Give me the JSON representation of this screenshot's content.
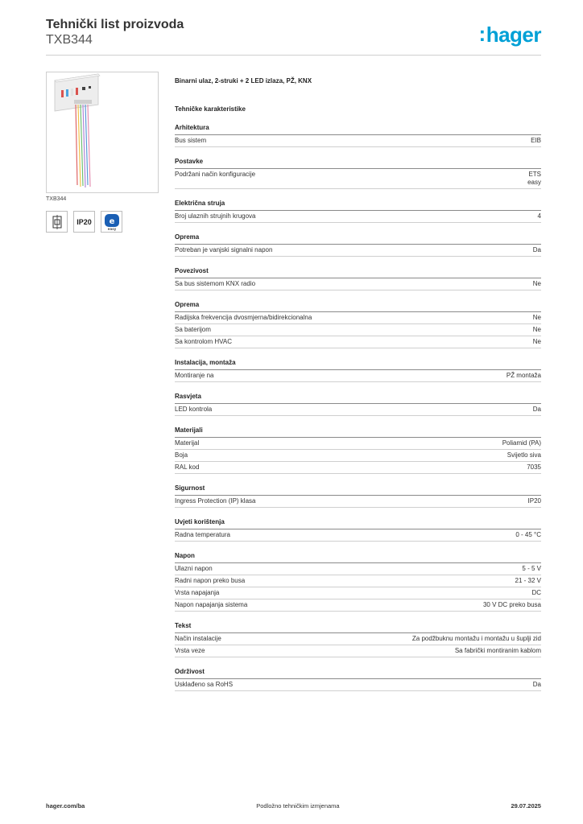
{
  "header": {
    "title": "Tehnički list proizvoda",
    "code": "TXB344",
    "brand": "hager"
  },
  "image_caption": "TXB344",
  "badges": {
    "ip": "IP20",
    "easy": "easy"
  },
  "product_description": "Binarni ulaz, 2-struki + 2 LED izlaza, PŽ, KNX",
  "section_title": "Tehničke karakteristike",
  "groups": [
    {
      "title": "Arhitektura",
      "rows": [
        {
          "label": "Bus sistem",
          "value": [
            "EIB"
          ]
        }
      ]
    },
    {
      "title": "Postavke",
      "rows": [
        {
          "label": "Podržani način konfiguracije",
          "value": [
            "ETS",
            "easy"
          ]
        }
      ]
    },
    {
      "title": "Električna struja",
      "rows": [
        {
          "label": "Broj ulaznih strujnih krugova",
          "value": [
            "4"
          ]
        }
      ]
    },
    {
      "title": "Oprema",
      "rows": [
        {
          "label": "Potreban je vanjski signalni napon",
          "value": [
            "Da"
          ]
        }
      ]
    },
    {
      "title": "Povezivost",
      "rows": [
        {
          "label": "Sa bus sistemom KNX radio",
          "value": [
            "Ne"
          ]
        }
      ]
    },
    {
      "title": "Oprema",
      "rows": [
        {
          "label": "Radijska frekvencija dvosmjerna/bidirekcionalna",
          "value": [
            "Ne"
          ]
        },
        {
          "label": "Sa baterijom",
          "value": [
            "Ne"
          ]
        },
        {
          "label": "Sa kontrolom HVAC",
          "value": [
            "Ne"
          ]
        }
      ]
    },
    {
      "title": "Instalacija, montaža",
      "rows": [
        {
          "label": "Montiranje na",
          "value": [
            "PŽ montaža"
          ]
        }
      ]
    },
    {
      "title": "Rasvjeta",
      "rows": [
        {
          "label": "LED kontrola",
          "value": [
            "Da"
          ]
        }
      ]
    },
    {
      "title": "Materijali",
      "rows": [
        {
          "label": "Materijal",
          "value": [
            "Poliamid (PA)"
          ]
        },
        {
          "label": "Boja",
          "value": [
            "Svijetlo siva"
          ]
        },
        {
          "label": "RAL kod",
          "value": [
            "7035"
          ]
        }
      ]
    },
    {
      "title": "Sigurnost",
      "rows": [
        {
          "label": "Ingress Protection (IP) klasa",
          "value": [
            "IP20"
          ]
        }
      ]
    },
    {
      "title": "Uvjeti korištenja",
      "rows": [
        {
          "label": "Radna temperatura",
          "value": [
            "0 - 45 °C"
          ]
        }
      ]
    },
    {
      "title": "Napon",
      "rows": [
        {
          "label": "Ulazni napon",
          "value": [
            "5 - 5 V"
          ]
        },
        {
          "label": "Radni napon preko busa",
          "value": [
            "21 - 32 V"
          ]
        },
        {
          "label": "Vrsta napajanja",
          "value": [
            "DC"
          ]
        },
        {
          "label": "Napon napajanja sistema",
          "value": [
            "30 V DC preko busa"
          ]
        }
      ]
    },
    {
      "title": "Tekst",
      "rows": [
        {
          "label": "Način instalacije",
          "value": [
            "Za podžbuknu montažu i montažu u šuplji zid"
          ]
        },
        {
          "label": "Vrsta veze",
          "value": [
            "Sa fabrički montiranim kablom"
          ]
        }
      ]
    },
    {
      "title": "Održivost",
      "rows": [
        {
          "label": "Usklađeno sa RoHS",
          "value": [
            "Da"
          ]
        }
      ]
    }
  ],
  "footer": {
    "left": "hager.com/ba",
    "center": "Podložno tehničkim izmjenama",
    "right": "29.07.2025"
  },
  "colors": {
    "brand": "#00a0d6",
    "rule": "#cfcfcf"
  }
}
